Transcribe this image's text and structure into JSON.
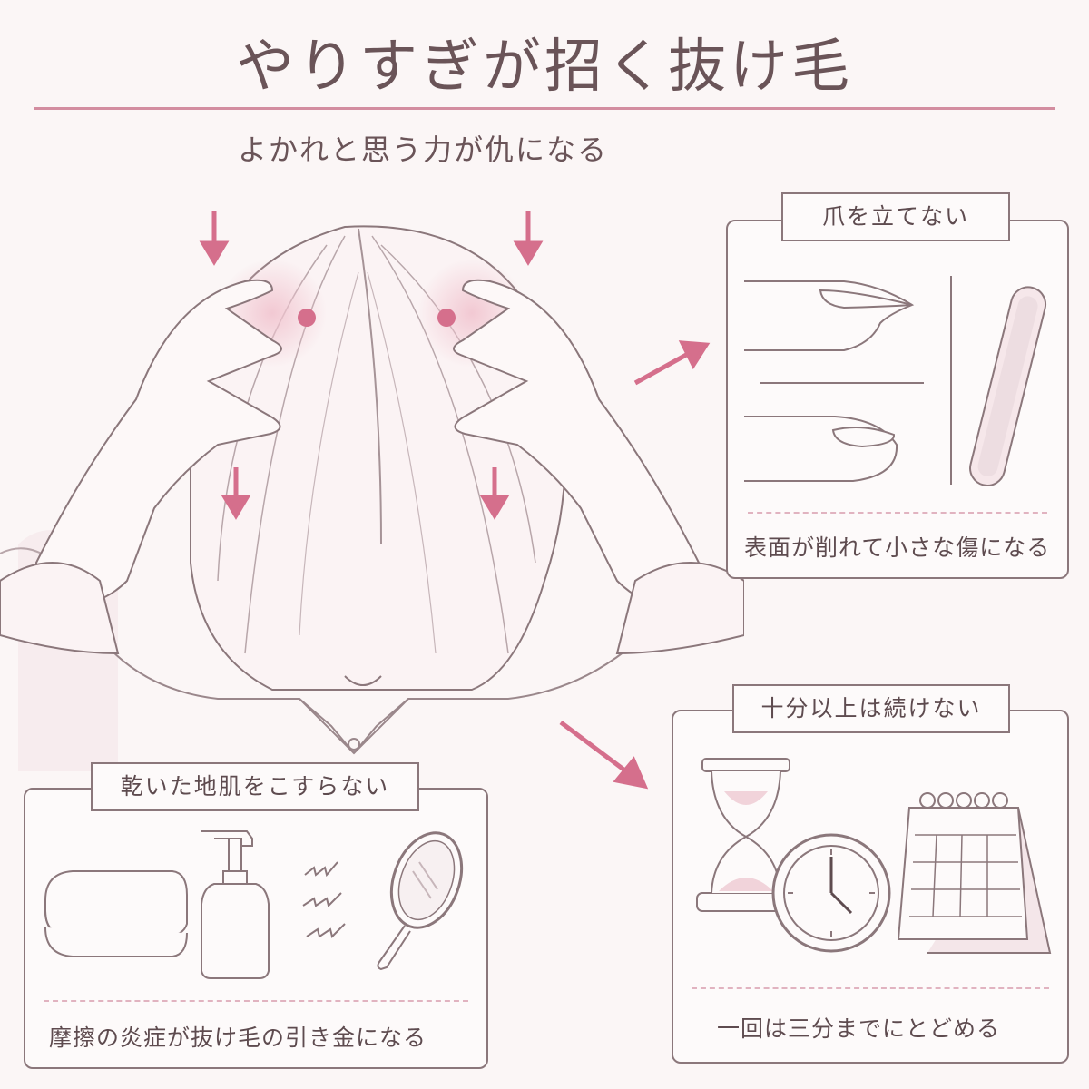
{
  "title": "やりすぎが招く抜け毛",
  "subtitle": "よかれと思う力が仇になる",
  "panels": {
    "nails": {
      "label": "爪を立てない",
      "caption": "表面が削れて小さな傷になる"
    },
    "time": {
      "label": "十分以上は続けない",
      "caption": "一回は三分までにとどめる"
    },
    "dry": {
      "label": "乾いた地肌をこすらない",
      "caption": "摩擦の炎症が抜け毛の引き金になる"
    }
  },
  "colors": {
    "accent": "#d38da0",
    "line": "#8b777b",
    "background": "#fbf6f6"
  },
  "icons": [
    "head-massage-illustration",
    "fingernail-icon",
    "nail-file-icon",
    "hourglass-icon",
    "clock-icon",
    "calendar-icon",
    "towel-icon",
    "pump-bottle-icon",
    "friction-sparks-icon",
    "hand-mirror-icon"
  ]
}
